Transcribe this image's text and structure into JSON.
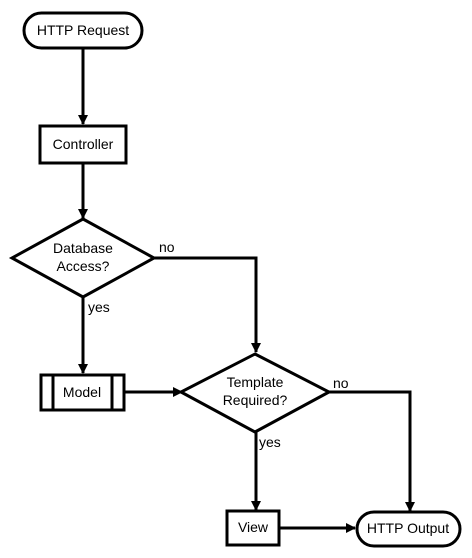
{
  "diagram": {
    "nodes": {
      "http_request": {
        "label": "HTTP Request",
        "shape": "terminator"
      },
      "controller": {
        "label": "Controller",
        "shape": "process"
      },
      "database_access": {
        "lines": [
          "Database",
          "Access?"
        ],
        "shape": "decision"
      },
      "model": {
        "label": "Model",
        "shape": "predefined-process"
      },
      "template_required": {
        "lines": [
          "Template",
          "Required?"
        ],
        "shape": "decision"
      },
      "view": {
        "label": "View",
        "shape": "process"
      },
      "http_output": {
        "label": "HTTP Output",
        "shape": "terminator"
      }
    },
    "edges": {
      "request_to_controller": {
        "from": "HTTP Request",
        "to": "Controller",
        "label": ""
      },
      "controller_to_database": {
        "from": "Controller",
        "to": "Database Access?",
        "label": ""
      },
      "database_no": {
        "from": "Database Access?",
        "to": "Template Required?",
        "label": "no"
      },
      "database_yes": {
        "from": "Database Access?",
        "to": "Model",
        "label": "yes"
      },
      "model_to_template": {
        "from": "Model",
        "to": "Template Required?",
        "label": ""
      },
      "template_no": {
        "from": "Template Required?",
        "to": "HTTP Output",
        "label": "no"
      },
      "template_yes": {
        "from": "Template Required?",
        "to": "View",
        "label": "yes"
      },
      "view_to_output": {
        "from": "View",
        "to": "HTTP Output",
        "label": ""
      }
    }
  }
}
